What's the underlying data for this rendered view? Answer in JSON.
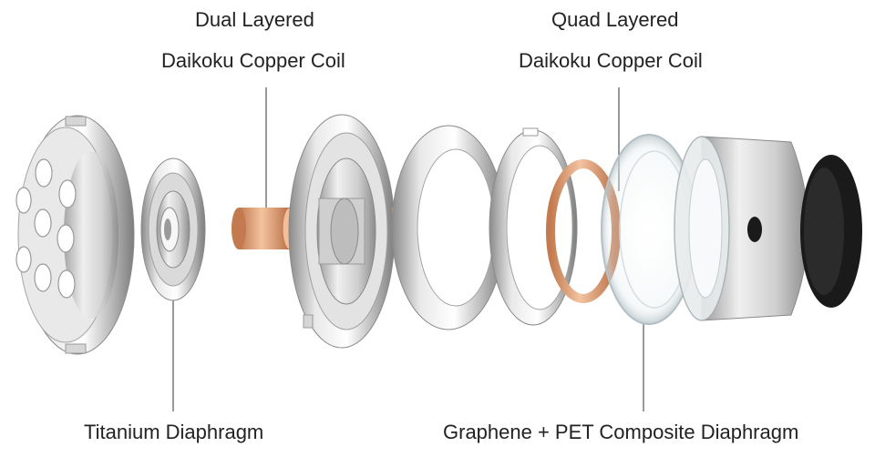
{
  "labels": {
    "dual_coil_line1": "Dual Layered",
    "dual_coil_line2": "Daikoku Copper Coil",
    "quad_coil_line1": "Quad Layered",
    "quad_coil_line2": "Daikoku Copper Coil",
    "titanium": "Titanium Diaphragm",
    "graphene": "Graphene + PET Composite Diaphragm"
  },
  "colors": {
    "text": "#222222",
    "leader_line": "#555555",
    "metal_light": "#f2f2f2",
    "metal_mid": "#c8c8c8",
    "metal_dark": "#8a8a8a",
    "copper": "#d9956a",
    "black_cap": "#1a1a1a"
  }
}
